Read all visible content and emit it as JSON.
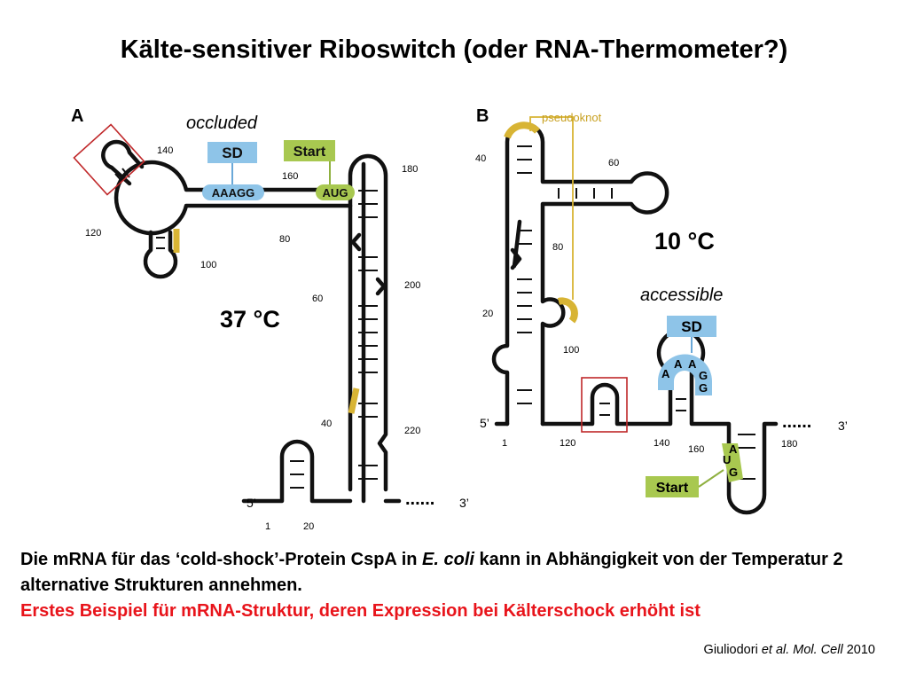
{
  "title": "Kälte-sensitiver Riboswitch (oder RNA-Thermometer?)",
  "colors": {
    "yellow": "#d8b434",
    "blue": "#8ec4e8",
    "green": "#a8c850",
    "red_box": "#c0282a",
    "text_red": "#e8141b"
  },
  "panel_a": {
    "letter": "A",
    "state_label": "occluded",
    "temperature": "37 °C",
    "sd_label": "SD",
    "start_label": "Start",
    "sd_sequence": "AAAGG",
    "start_sequence": "AUG",
    "five_prime": "5’",
    "three_prime": "3’",
    "dots": "......",
    "numbers": {
      "n1": "1",
      "n20": "20",
      "n40": "40",
      "n60": "60",
      "n80": "80",
      "n100": "100",
      "n120": "120",
      "n140": "140",
      "n160": "160",
      "n180": "180",
      "n200": "200",
      "n220": "220"
    }
  },
  "panel_b": {
    "letter": "B",
    "pseudoknot_label": "pseudoknot",
    "state_label": "accessible",
    "temperature": "10 °C",
    "sd_label": "SD",
    "start_label": "Start",
    "sd_bases": {
      "a1": "A",
      "a2": "A",
      "a3": "A",
      "g1": "G",
      "g2": "G"
    },
    "start_bases": {
      "a": "A",
      "u": "U",
      "g": "G"
    },
    "five_prime": "5’",
    "three_prime": "3’",
    "dots": "......",
    "numbers": {
      "n1": "1",
      "n20": "20",
      "n40": "40",
      "n60": "60",
      "n80": "80",
      "n100": "100",
      "n120": "120",
      "n140": "140",
      "n160": "160",
      "n180": "180"
    }
  },
  "caption": {
    "line1_start": "Die mRNA für das ‘cold-shock’-Protein CspA in ",
    "line1_italic": "E. coli",
    "line1_end": " kann in Abhängigkeit von der Temperatur 2 alternative  Strukturen annehmen.",
    "line2_red": "Erstes Beispiel für mRNA-Struktur, deren Expression bei Kälterschock erhöht ist"
  },
  "citation": {
    "author": "Giuliodori ",
    "etal": "et al.",
    "journal": " Mol. Cell",
    "year": " 2010"
  }
}
